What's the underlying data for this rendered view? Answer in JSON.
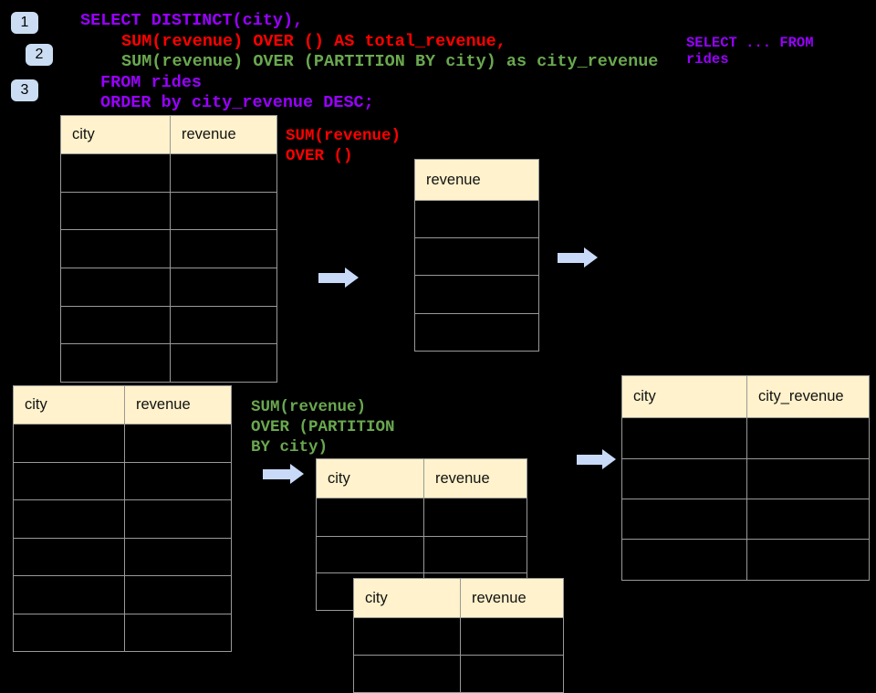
{
  "colors": {
    "background": "#000000",
    "sql_purple": "#9900FF",
    "sql_red": "#FF0000",
    "sql_green": "#6AA84F",
    "table_header_fill": "#FFF2CC",
    "table_border": "#999999",
    "arrow_blue": "#C9DAF8",
    "badge_blue": "#CBDDF2"
  },
  "badges": [
    {
      "label": "1"
    },
    {
      "label": "2"
    },
    {
      "label": "3"
    }
  ],
  "sql": {
    "lines": [
      {
        "text": "SELECT DISTINCT(city),"
      },
      {
        "text": "SUM(revenue) OVER () AS total_revenue,"
      },
      {
        "text": "SUM(revenue) OVER (PARTITION BY city) as city_revenue"
      },
      {
        "text": "FROM rides"
      },
      {
        "text": "ORDER by city_revenue DESC;"
      }
    ]
  },
  "side_snippet": {
    "line1": "SELECT ... FROM",
    "line2": "rides"
  },
  "annotations": {
    "total_revenue": {
      "line1": "SUM(revenue)",
      "line2": "OVER ()"
    },
    "partition": {
      "line1": "SUM(revenue)",
      "line2": "OVER (PARTITION",
      "line3": "BY city)"
    }
  },
  "tables": {
    "source_top": {
      "col1": "city",
      "col2": "revenue",
      "empty_rows": 6
    },
    "total_revenue": {
      "col1": "revenue",
      "empty_rows": 4
    },
    "source_bottom": {
      "col1": "city",
      "col2": "revenue",
      "empty_rows": 6
    },
    "partition_result": {
      "col1": "city",
      "col2": "revenue",
      "empty_rows": 3
    },
    "partition_overlay": {
      "col1": "city",
      "col2": "revenue",
      "empty_rows": 2
    },
    "final_result": {
      "col1": "city",
      "col2": "city_revenue",
      "empty_rows": 4
    }
  }
}
